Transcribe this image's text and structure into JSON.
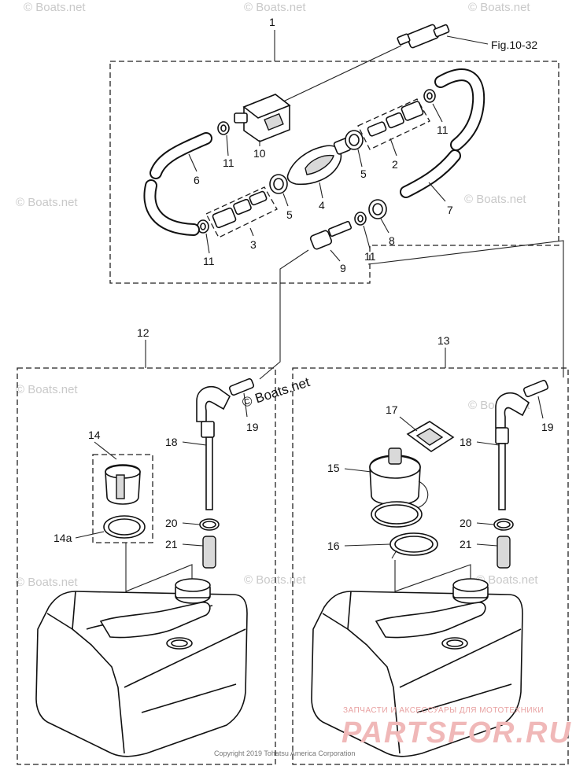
{
  "callouts": {
    "c1": "1",
    "c2": "2",
    "c3": "3",
    "c4": "4",
    "c5a": "5",
    "c5b": "5",
    "c6": "6",
    "c7": "7",
    "c8": "8",
    "c9": "9",
    "c10": "10",
    "c11a": "11",
    "c11b": "11",
    "c11c": "11",
    "c11d": "11",
    "c12": "12",
    "c13": "13",
    "c14": "14",
    "c14a": "14a",
    "c15": "15",
    "c16": "16",
    "c17": "17",
    "c18a": "18",
    "c18b": "18",
    "c19a": "19",
    "c19b": "19",
    "c20a": "20",
    "c20b": "20",
    "c21a": "21",
    "c21b": "21",
    "fig": "Fig.10-32"
  },
  "watermark": {
    "text": "© Boats.net",
    "dark_text": "© Boats.net"
  },
  "footer": {
    "copyright": "Copyright 2019 Tohatsu America Corporation"
  },
  "promo": {
    "line1": "ЗАПЧАСТИ И АКСЕССУАРЫ ДЛЯ МОТОТЕХНИКИ",
    "line2": "PARTSFOR.RU"
  },
  "colors": {
    "line": "#111111",
    "watermark": "#c9c9c9",
    "promo": "#f0b8b8"
  }
}
